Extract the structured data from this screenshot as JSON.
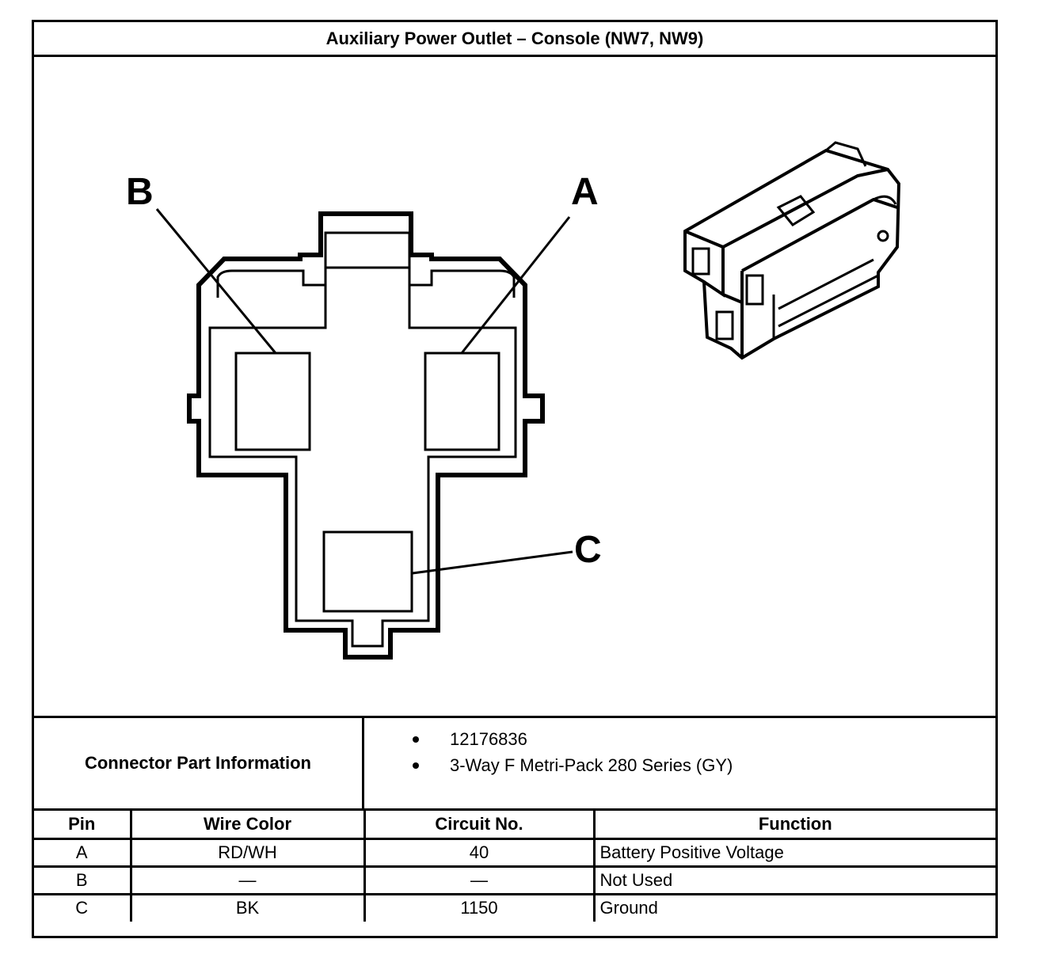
{
  "title": "Auxiliary Power Outlet – Console (NW7, NW9)",
  "diagram": {
    "pin_labels": [
      "B",
      "A",
      "C"
    ]
  },
  "part_info": {
    "label": "Connector Part Information",
    "items": [
      "12176836",
      "3-Way F Metri-Pack 280 Series (GY)"
    ]
  },
  "pin_table": {
    "headers": [
      "Pin",
      "Wire Color",
      "Circuit No.",
      "Function"
    ],
    "rows": [
      {
        "pin": "A",
        "wire_color": "RD/WH",
        "circuit": "40",
        "function": "Battery Positive Voltage"
      },
      {
        "pin": "B",
        "wire_color": "—",
        "circuit": "—",
        "function": "Not Used"
      },
      {
        "pin": "C",
        "wire_color": "BK",
        "circuit": "1150",
        "function": "Ground"
      }
    ]
  }
}
